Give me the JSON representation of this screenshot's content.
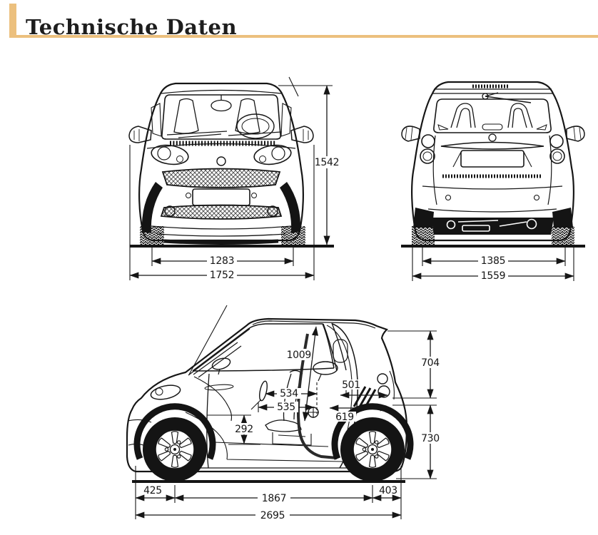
{
  "header": {
    "title": "Technische Daten",
    "accent_color": "#ecc07e"
  },
  "views": {
    "front": {
      "dims": {
        "overall_height": "1542",
        "track": "1283",
        "overall_width": "1752"
      }
    },
    "rear": {
      "dims": {
        "track": "1385",
        "width": "1559"
      }
    },
    "side": {
      "dims": {
        "interior_height": "1009",
        "upper_body_height": "704",
        "lower_body_height": "730",
        "wheel_to_seat": "534",
        "seat_width": "535",
        "seat_to_tail": "501",
        "hpoint_to_tail": "619",
        "seat_height": "292",
        "front_overhang": "425",
        "wheelbase": "1867",
        "rear_overhang": "403",
        "overall_length": "2695"
      }
    }
  }
}
